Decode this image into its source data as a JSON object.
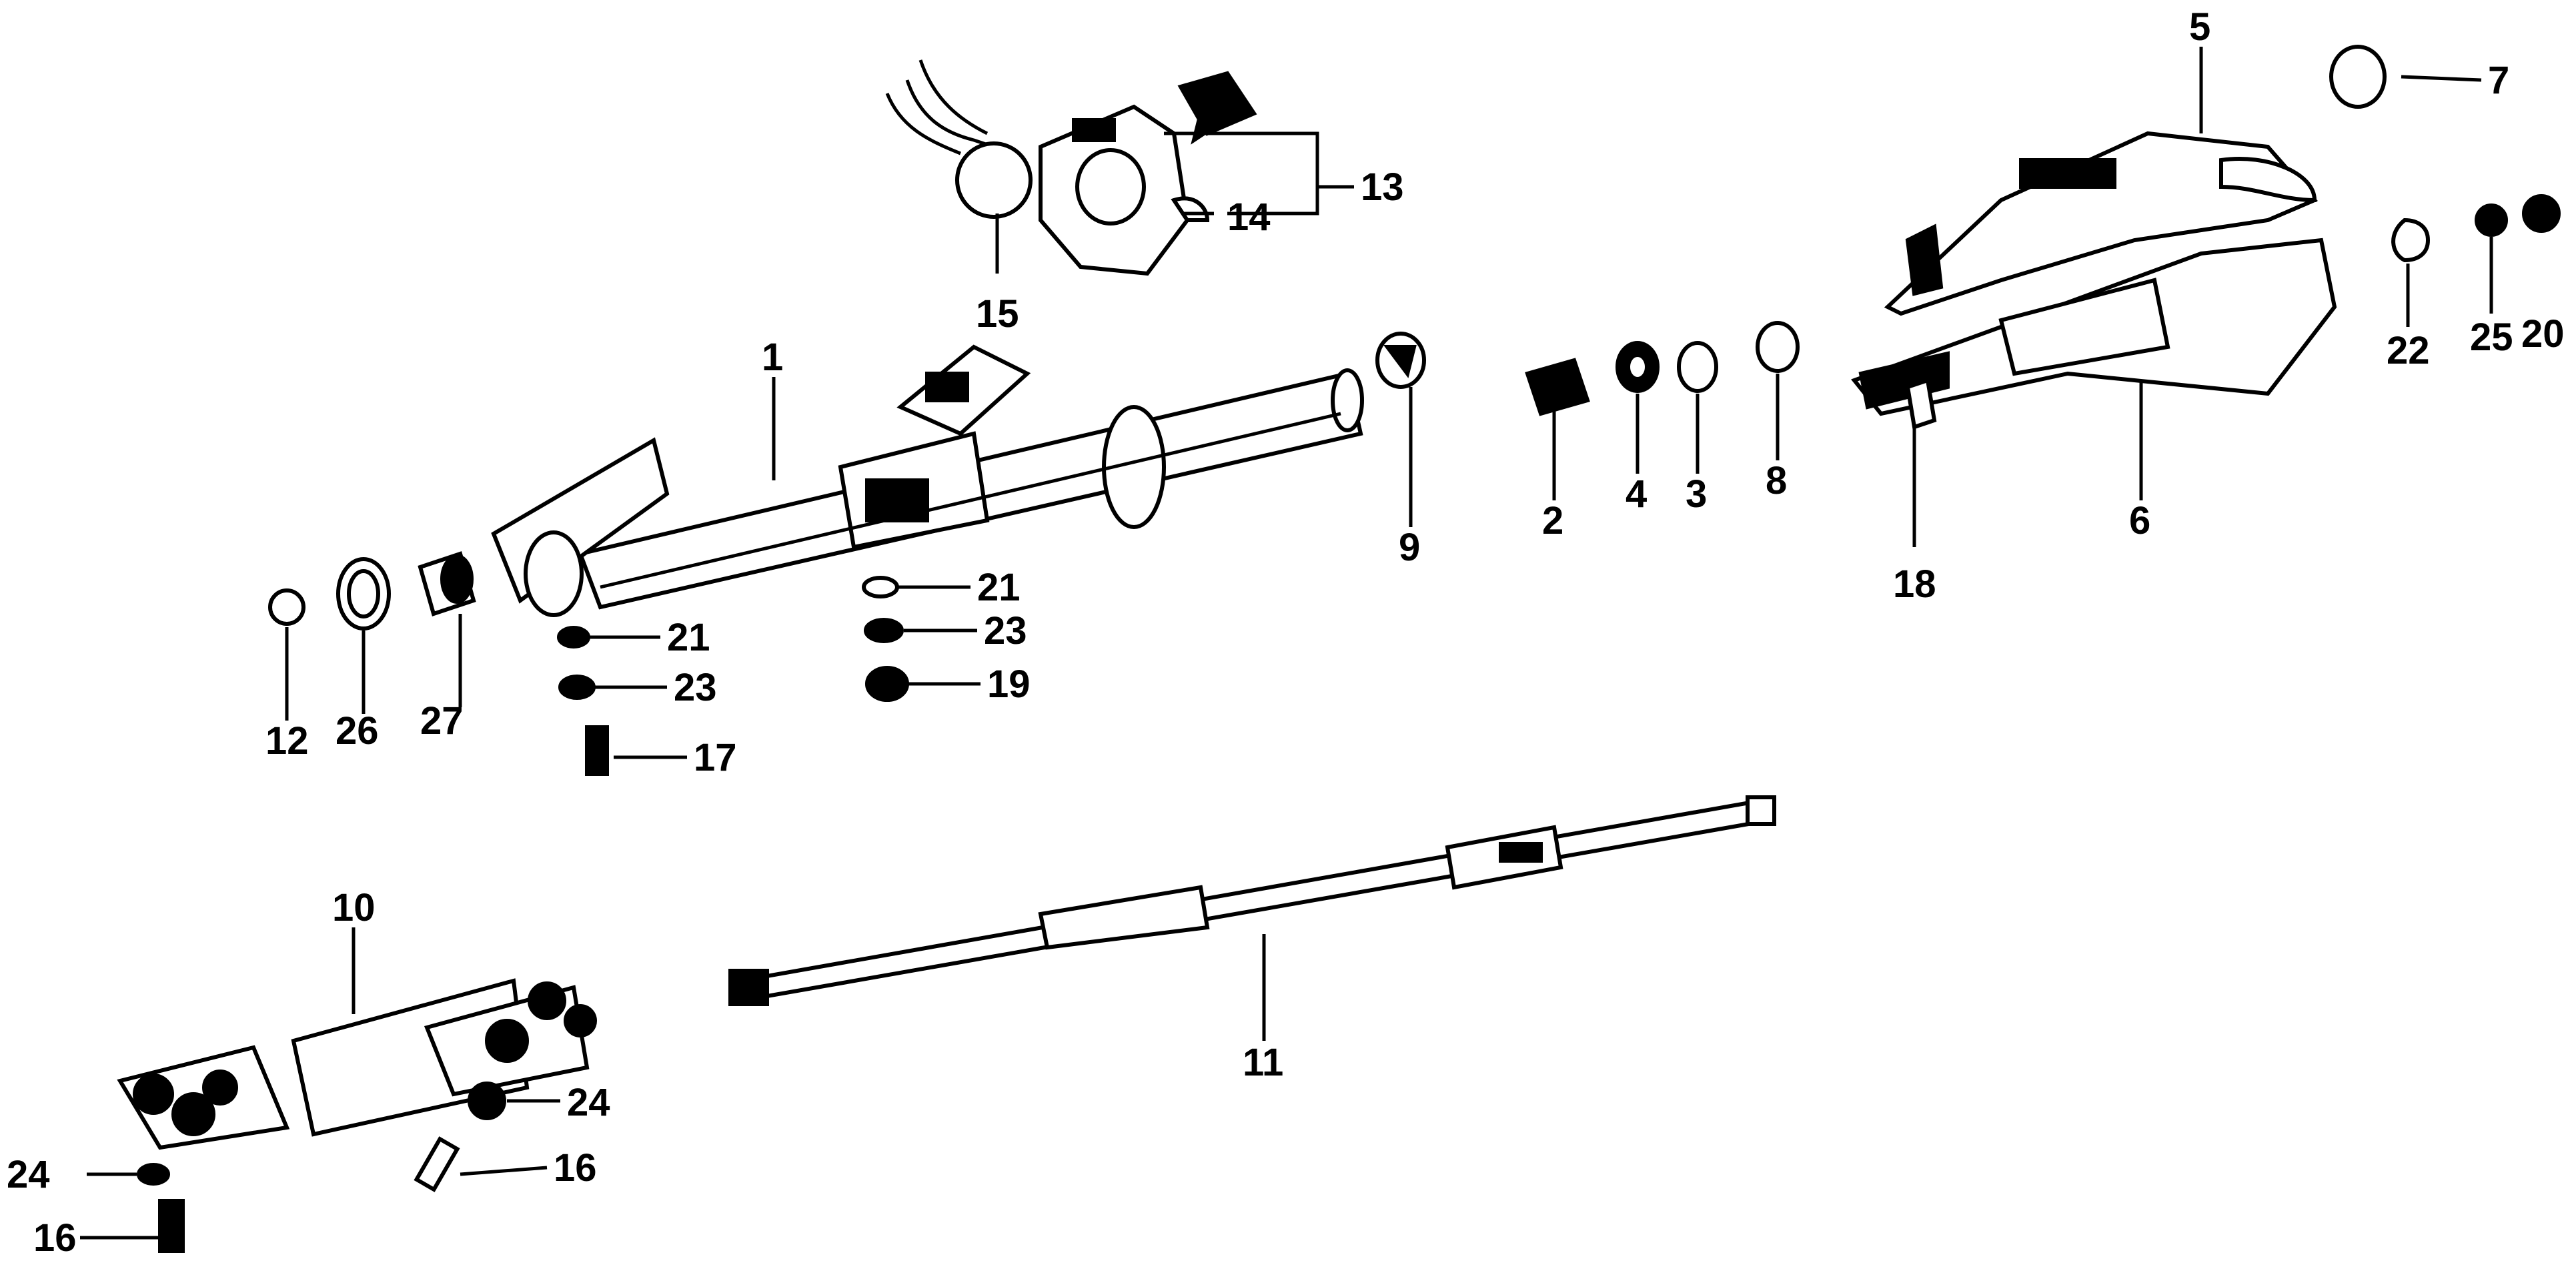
{
  "labels": {
    "l1": "1",
    "l2": "2",
    "l3": "3",
    "l4": "4",
    "l5": "5",
    "l6": "6",
    "l7": "7",
    "l8": "8",
    "l9": "9",
    "l10": "10",
    "l11": "11",
    "l12": "12",
    "l13": "13",
    "l14": "14",
    "l15": "15",
    "l16a": "16",
    "l16b": "16",
    "l17": "17",
    "l18": "18",
    "l19": "19",
    "l20": "20",
    "l21a": "21",
    "l21b": "21",
    "l22": "22",
    "l23a": "23",
    "l23b": "23",
    "l24a": "24",
    "l24b": "24",
    "l25": "25",
    "l26": "26",
    "l27": "27"
  }
}
